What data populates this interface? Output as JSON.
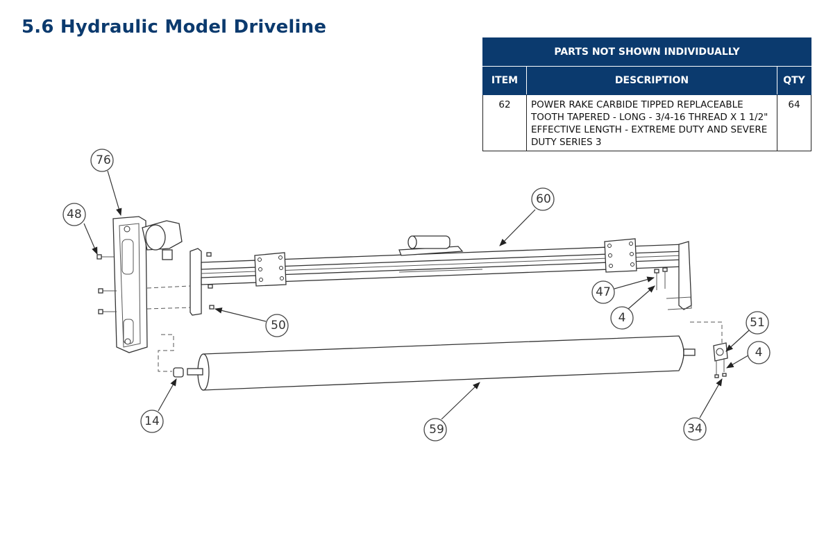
{
  "page": {
    "title": "5.6 Hydraulic Model Driveline"
  },
  "parts_table": {
    "caption": "PARTS NOT SHOWN INDIVIDUALLY",
    "headers": {
      "item": "ITEM",
      "description": "DESCRIPTION",
      "qty": "QTY"
    },
    "rows": [
      {
        "item": "62",
        "description": "POWER RAKE CARBIDE TIPPED REPLACEABLE TOOTH TAPERED - LONG - 3/4-16 THREAD X 1 1/2\" EFFECTIVE LENGTH - EXTREME DUTY AND SEVERE DUTY SERIES 3",
        "qty": "64"
      }
    ]
  },
  "callouts": [
    "76",
    "48",
    "60",
    "47",
    "4",
    "50",
    "51",
    "4",
    "14",
    "59",
    "34"
  ],
  "colors": {
    "accent": "#0b3a6e",
    "line": "#333333"
  }
}
